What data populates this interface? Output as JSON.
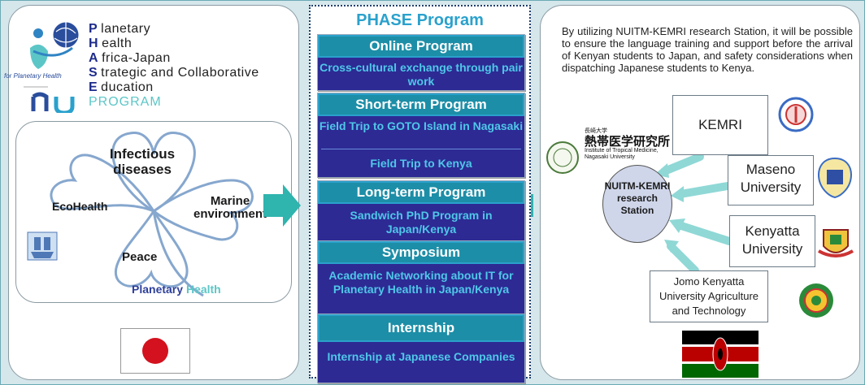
{
  "left_panel": {
    "logo_text": "for Planetary Health",
    "acronym": [
      {
        "initial": "P",
        "rest": "lanetary"
      },
      {
        "initial": "H",
        "rest": "ealth"
      },
      {
        "initial": "A",
        "rest": "frica-Japan"
      },
      {
        "initial": "S",
        "rest": "trategic and Collaborative"
      },
      {
        "initial": "E",
        "rest": "ducation"
      }
    ],
    "program_word": "PROGRAM",
    "clover": {
      "top": "Infectious diseases",
      "left": "EcoHealth",
      "right": "Marine environment",
      "bottom": "Peace",
      "footer_part1": "Planetary",
      "footer_part2": "Health"
    }
  },
  "middle_panel": {
    "title": "PHASE Program",
    "cards": [
      {
        "header": "Online Program",
        "items": [
          "Cross-cultural exchange through pair work"
        ]
      },
      {
        "header": "Short-term Program",
        "items": [
          "Field Trip to GOTO Island in Nagasaki",
          "Field Trip to Kenya"
        ]
      },
      {
        "header": "Long-term Program",
        "items": [
          "Sandwich PhD Program in Japan/Kenya"
        ]
      },
      {
        "header": "Symposium",
        "items": [
          "Academic Networking about IT for Planetary Health in Japan/Kenya"
        ]
      },
      {
        "header": "Internship",
        "items": [
          "Internship at Japanese Companies"
        ]
      }
    ]
  },
  "right_panel": {
    "description": "By utilizing NUITM-KEMRI research Station, it will be possible to ensure the language training and support before the arrival of Kenyan students to Japan, and safety considerations when dispatching Japanese students to Kenya.",
    "kemri": "KEMRI",
    "maseno": "Maseno University",
    "kenyatta": "Kenyatta University",
    "jomo": "Jomo Kenyatta University Agriculture and Technology",
    "station": "NUITM-KEMRI research Station",
    "institute_jp_small": "長崎大学",
    "institute_jp": "熱帯医学研究所",
    "institute_en1": "Institute of Tropical Medicine,",
    "institute_en2": "Nagasaki University"
  },
  "colors": {
    "arrow": "#2fb4ae",
    "card_header": "#1d8ea7",
    "card_body": "#2d2a94",
    "card_text": "#4fc7e8",
    "title": "#2aa1cc"
  }
}
